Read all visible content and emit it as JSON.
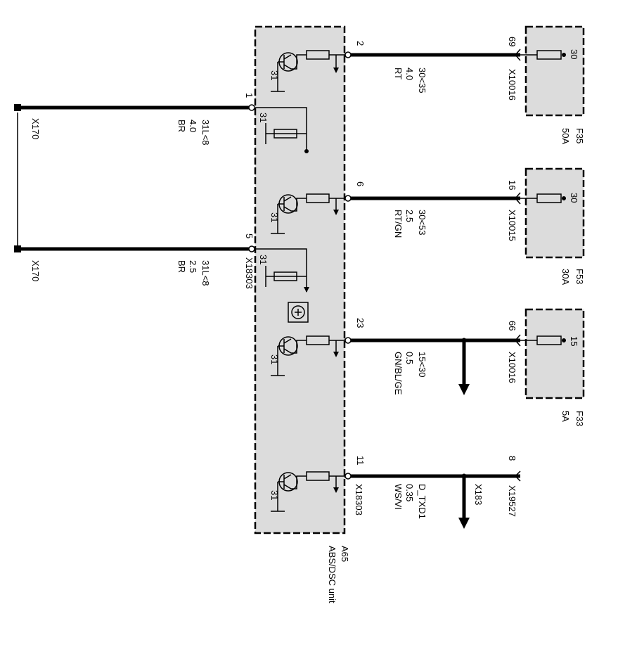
{
  "unit": {
    "id": "A65",
    "name": "ABS/DSC unit",
    "connector": "X18303",
    "ground": "31"
  },
  "fuses": [
    {
      "id": "F35",
      "rating": "50A",
      "terminal": "30",
      "connector": "X10016",
      "pin": "69"
    },
    {
      "id": "F53",
      "rating": "30A",
      "terminal": "30",
      "connector": "X10015",
      "pin": "16"
    },
    {
      "id": "F33",
      "rating": "5A",
      "terminal": "15",
      "connector": "X10016",
      "pin": "66"
    }
  ],
  "wires": [
    {
      "pin": "2",
      "signal": "30<35",
      "size": "4.0",
      "color": "RT"
    },
    {
      "pin": "6",
      "signal": "30<53",
      "size": "2.5",
      "color": "RT/GN"
    },
    {
      "pin": "23",
      "signal": "15<30",
      "size": "0.5",
      "color": "GN/BL/GE"
    },
    {
      "pin": "11",
      "signal": "D_TXD1",
      "size": "0.35",
      "color": "WS/VI"
    }
  ],
  "ground_wires": [
    {
      "pin": "1",
      "signal": "31L<8",
      "size": "4.0",
      "color": "BR",
      "ground_point": "X170"
    },
    {
      "pin": "5",
      "signal": "31L<8",
      "size": "2.5",
      "color": "BR",
      "ground_point": "X170"
    }
  ],
  "can_link": {
    "connector": "X183",
    "end_connector": "X19527",
    "end_pin": "8"
  }
}
